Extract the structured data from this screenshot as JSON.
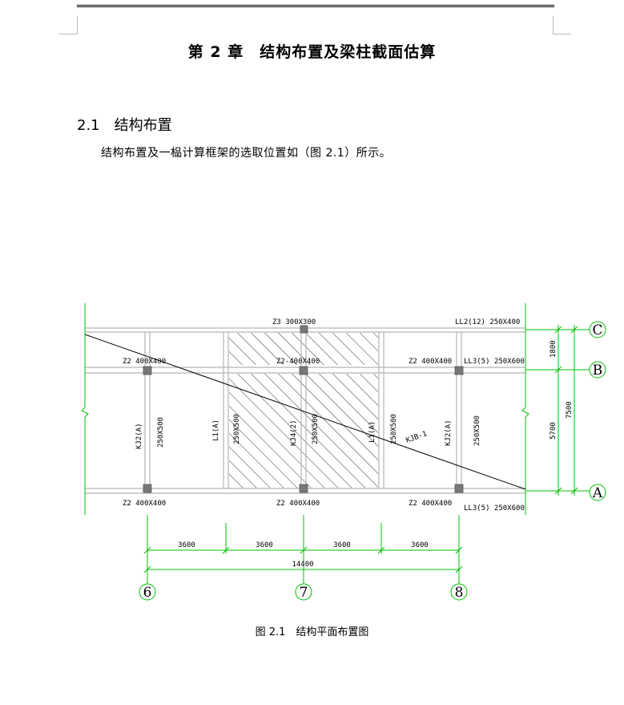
{
  "chapter_title": "第 2 章　结构布置及梁柱截面估算",
  "section": {
    "number": "2.1",
    "title": "结构布置"
  },
  "paragraph": "结构布置及一榀计算框架的选取位置如（图 2.1）所示。",
  "caption": "图 2.1　结构平面布置图",
  "drawing": {
    "top_beam_labels": [
      "Z3 300X300",
      "LL2(12)  250X400"
    ],
    "row_b_labels": [
      "Z2 400X400",
      "Z2-400X400",
      "Z2 400X400",
      "LL3(5)   250X600"
    ],
    "bottom_labels": [
      "Z2 400X400",
      "Z2 400X400",
      "Z2 400X400",
      "LL3(5)  250X600"
    ],
    "vertical_labels": [
      "KJ2(A)",
      "250X500",
      "L1(A)",
      "250X500",
      "KJ4(2)",
      "250X500",
      "L1(A)",
      "250X500",
      "KJ2(A)",
      "250X500"
    ],
    "diagonal_label": "KJB-1",
    "dims_bottom": [
      "3600",
      "3600",
      "3600",
      "3600"
    ],
    "dim_total": "14400",
    "dims_right_inner": [
      "1800",
      "5700"
    ],
    "dim_right_total": "7500",
    "axes_horizontal": [
      "C",
      "B",
      "A"
    ],
    "axes_vertical": [
      "6",
      "7",
      "8"
    ]
  }
}
